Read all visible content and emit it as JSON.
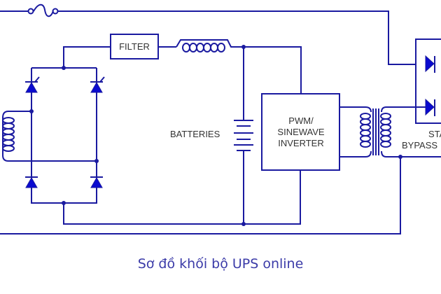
{
  "diagram": {
    "title": "Sơ đồ khối bộ UPS online",
    "labels": {
      "filter": "FILTER",
      "batteries": "BATTERIES",
      "inverter_line1": "PWM/",
      "inverter_line2": "SINEWAVE",
      "inverter_line3": "INVERTER",
      "bypass_line1": "STA",
      "bypass_line2": "BYPASS"
    },
    "components": [
      "input-transformer",
      "rectifier-bridge",
      "filter",
      "choke-inductor",
      "batteries",
      "pwm-sinewave-inverter",
      "output-transformer",
      "static-bypass-switch",
      "fuse"
    ],
    "colors": {
      "wire": "#1a1aa0",
      "text": "#333333",
      "caption": "#3b3ba8"
    }
  }
}
